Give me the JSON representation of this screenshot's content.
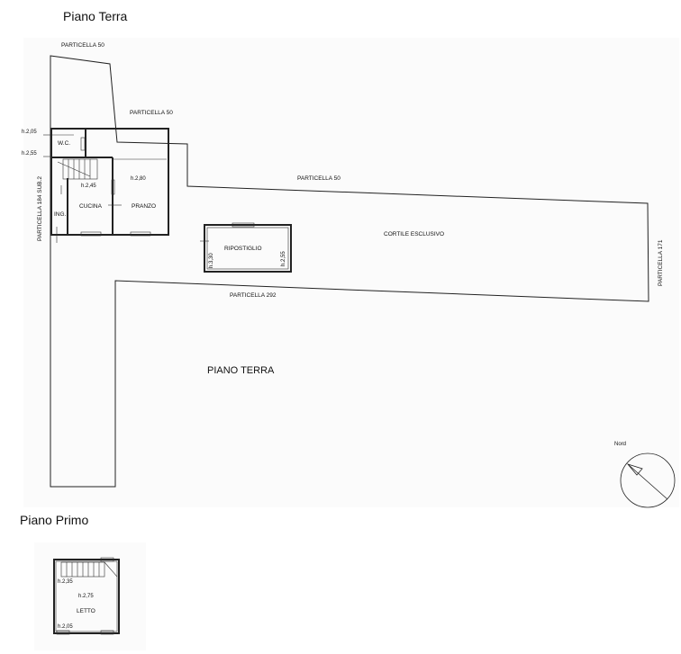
{
  "headings": {
    "ground_floor": "Piano Terra",
    "first_floor": "Piano Primo"
  },
  "ground_plan": {
    "plan_title": "PIANO TERRA",
    "labels": {
      "particella_50_top": "PARTICELLA 50",
      "particella_50_mid": "PARTICELLA 50",
      "particella_50_right": "PARTICELLA 50",
      "particella_292": "PARTICELLA 292",
      "particella_171": "PARTICELLA 171",
      "particella_184": "PARTICELLA 184 SUB.2",
      "cortile": "CORTILE ESCLUSIVO",
      "wc": "W.C.",
      "cucina": "CUCINA",
      "pranzo": "PRANZO",
      "ing": "ING.",
      "ripostiglio": "RIPOSTIGLIO"
    },
    "heights": {
      "h205": "h.2,05",
      "h255": "h.2,55",
      "h245": "h.2,45",
      "h280": "h.2,80",
      "h330": "h.3,30",
      "h255b": "h.2,55"
    },
    "compass": {
      "label": "Nord"
    }
  },
  "first_plan": {
    "labels": {
      "letto": "LETTO"
    },
    "heights": {
      "h235": "h.2,35",
      "h275": "h.2,75",
      "h205": "h.2,05"
    }
  }
}
